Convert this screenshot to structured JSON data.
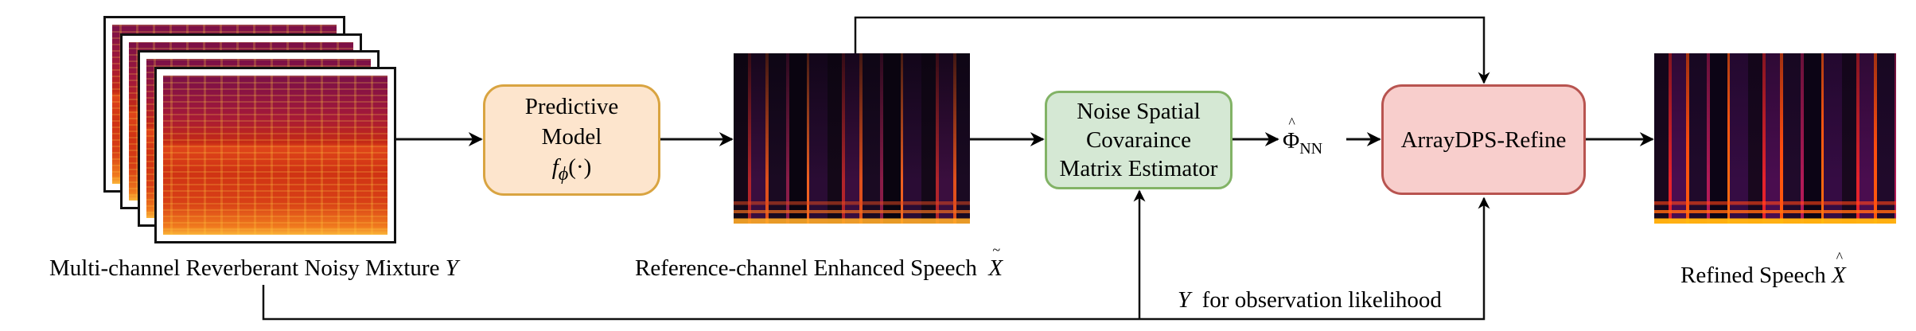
{
  "input": {
    "label": "Multi-channel Reverberant Noisy Mixture",
    "symbol": "Y"
  },
  "predictive_model": {
    "line1": "Predictive",
    "line2": "Model",
    "func": "f",
    "sub": "ϕ",
    "arg": "(·)",
    "fill": "#fde5cd",
    "border": "#d9a441"
  },
  "enhanced": {
    "label": "Reference-channel Enhanced Speech",
    "symbol": "X",
    "accent": "~"
  },
  "estimator": {
    "line1": "Noise Spatial",
    "line2": "Covaraince",
    "line3": "Matrix Estimator",
    "fill": "#d5e8d4",
    "border": "#82b366"
  },
  "phi": {
    "symbol": "Φ",
    "accent": "^",
    "sub": "NN"
  },
  "refine": {
    "label": "ArrayDPS-Refine",
    "fill": "#f8cecc",
    "border": "#b85450"
  },
  "observation": {
    "symbol": "Y",
    "text": "for observation likelihood"
  },
  "output": {
    "label": "Refined Speech",
    "symbol": "X",
    "accent": "^"
  }
}
